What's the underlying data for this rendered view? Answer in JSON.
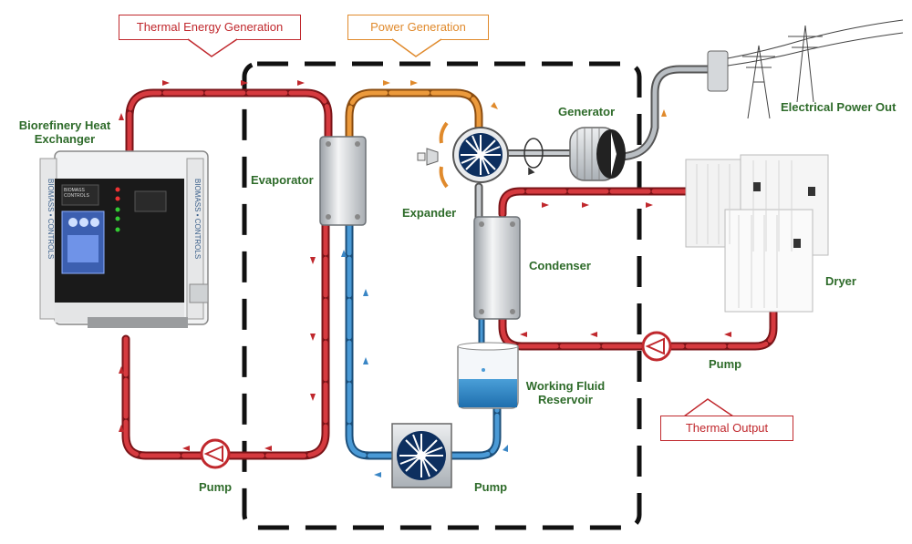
{
  "callouts": {
    "thermal_generation": "Thermal Energy Generation",
    "power_generation": "Power Generation",
    "thermal_output": "Thermal Output"
  },
  "labels": {
    "heat_exchanger": "Biorefinery Heat Exchanger",
    "evaporator": "Evaporator",
    "expander": "Expander",
    "generator": "Generator",
    "condenser": "Condenser",
    "dryer": "Dryer",
    "electrical_out": "Electrical Power Out",
    "reservoir": "Working Fluid Reservoir",
    "pump_left": "Pump",
    "pump_middle": "Pump",
    "pump_right": "Pump"
  },
  "cabinet_text": {
    "brand_side": "BIOMASS • CONTROLS",
    "panel_brand": "BIOMASS CONTROLS"
  },
  "colors": {
    "hot_loop": "#c0282d",
    "cold_loop": "#3a86c5",
    "vapor_loop": "#e08a2c",
    "label_green": "#2e6b2a",
    "thermal_callout": "#c0282d",
    "power_callout": "#e08a2c"
  }
}
